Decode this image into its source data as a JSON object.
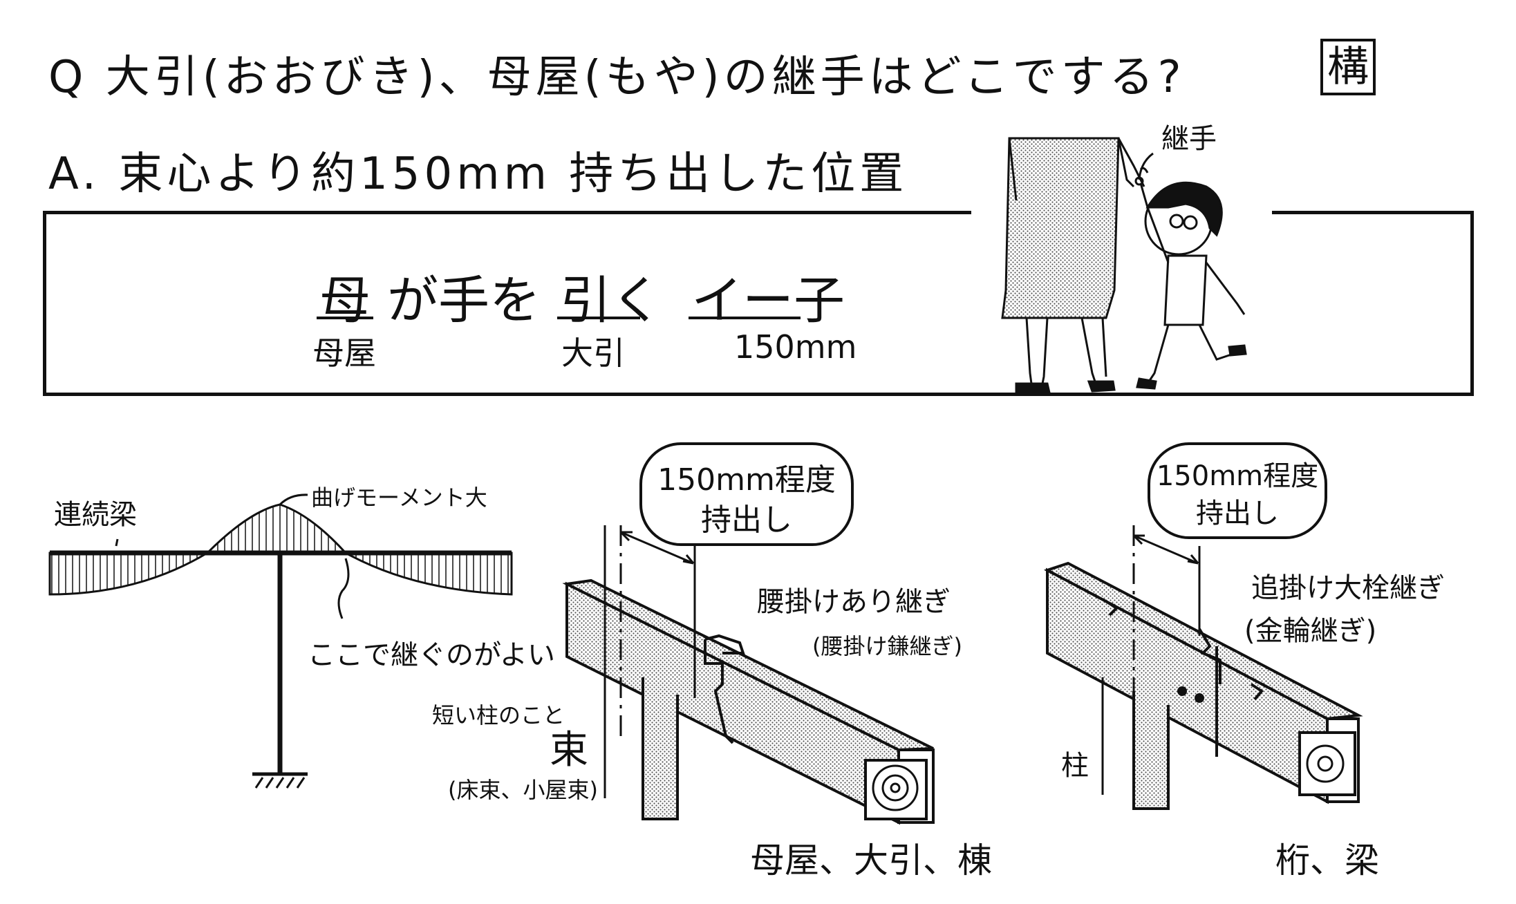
{
  "header": {
    "question": "Q 大引(おおびき)、母屋(もや)の継手はどこでする?",
    "answer": "A. 束心より約150mm 持ち出した位置",
    "badge": "構"
  },
  "mnemonic": {
    "word1": "母",
    "word2": "が手を",
    "word3": "引く",
    "word4": "イー子",
    "sub1": "母屋",
    "sub2": "大引",
    "sub3": "150mm"
  },
  "illustration": {
    "joint_label": "継手"
  },
  "beam_diagram": {
    "continuous_beam": "連続梁",
    "max_moment": "曲げモーメント大",
    "joint_here": "ここで継ぐのがよい"
  },
  "middle": {
    "callout_line1": "150mm程度",
    "callout_line2": "持出し",
    "joint_type": "腰掛けあり継ぎ",
    "joint_type_alt": "(腰掛け鎌継ぎ)",
    "post_note": "短い柱のこと",
    "post_label": "束",
    "post_examples": "(床束、小屋束)",
    "caption": "母屋、大引、棟"
  },
  "right": {
    "callout_line1": "150mm程度",
    "callout_line2": "持出し",
    "joint_type": "追掛け大栓継ぎ",
    "joint_type_alt": "(金輪継ぎ)",
    "post_label": "柱",
    "caption": "桁、梁"
  }
}
